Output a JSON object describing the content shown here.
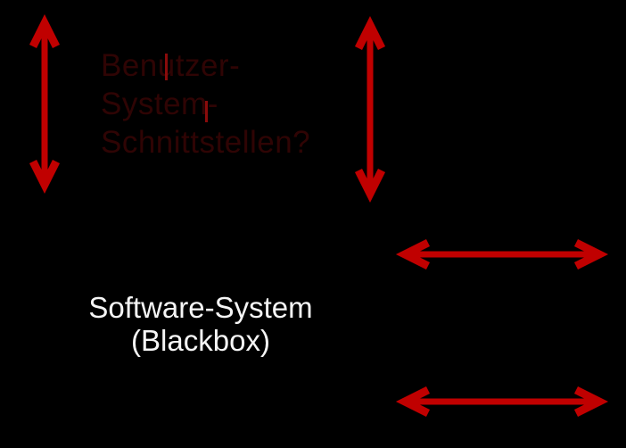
{
  "slide": {
    "background_color": "#000000",
    "faint_questions": {
      "color": "#2f0404",
      "lines": [
        "Benutzer-",
        "System-",
        "Schnittstellen?"
      ]
    },
    "blackbox_label": {
      "line1": "Software-System",
      "line2": "(Blackbox)",
      "color": "#f5f5f5"
    },
    "arrows": [
      {
        "name": "vertical-double-arrow-left",
        "direction": "vertical"
      },
      {
        "name": "vertical-double-arrow-middle",
        "direction": "vertical"
      },
      {
        "name": "horizontal-double-arrow-right",
        "direction": "horizontal"
      },
      {
        "name": "horizontal-double-arrow-bottom-right",
        "direction": "horizontal"
      }
    ],
    "colors": {
      "arrow-red": "#c00000",
      "faint-red": "#2f0404",
      "tick-red": "#8a0b0b",
      "label-white": "#f5f5f5",
      "bg": "#000000"
    }
  }
}
